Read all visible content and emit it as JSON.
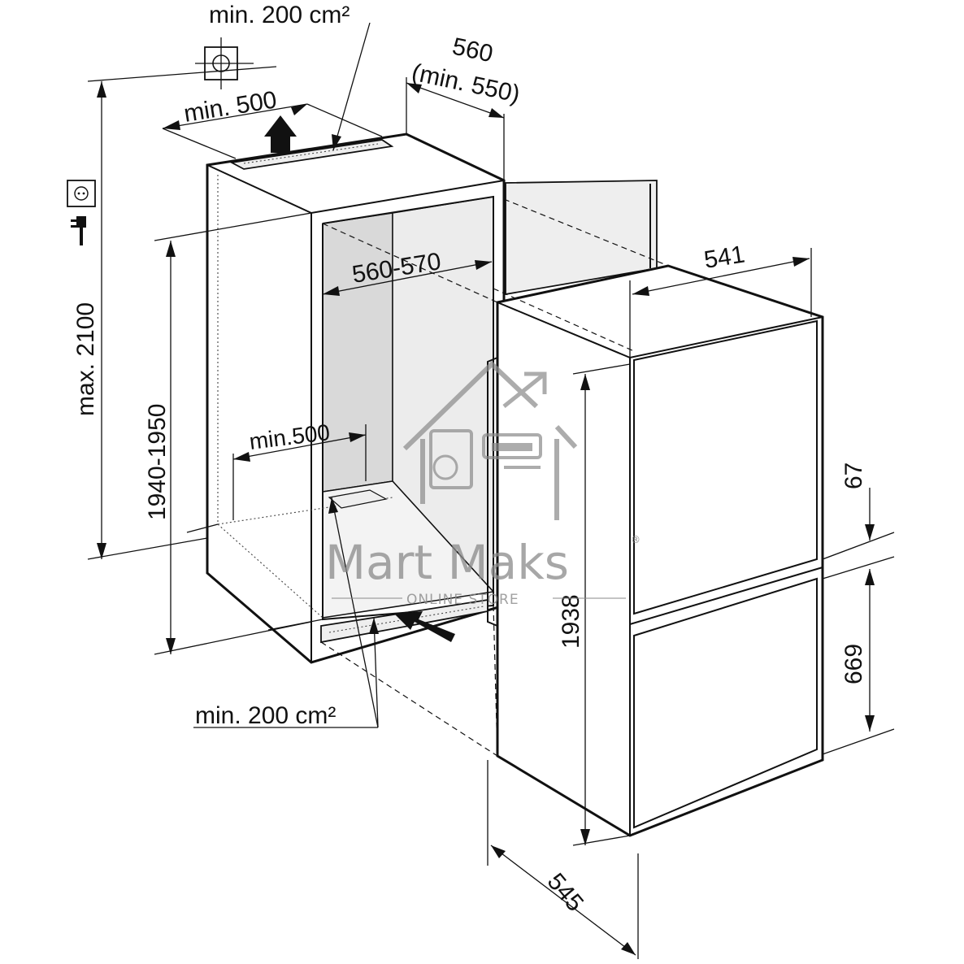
{
  "dimensions": {
    "top_vent": "min. 200 cm²",
    "top_depth_line1": "560",
    "top_depth_line2": "(min. 550)",
    "top_width": "min. 500",
    "max_height": "max. 2100",
    "niche_height": "1940-1950",
    "inner_width": "560-570",
    "floor_depth": "min.500",
    "bottom_vent": "min. 200 cm²",
    "appliance_width": "541",
    "appliance_height": "1938",
    "gap_small": "67",
    "lower_door": "669",
    "appliance_depth": "545"
  },
  "watermark": {
    "brand": "Mart Maks",
    "registered": "®",
    "tagline": "ONLINE STORE"
  },
  "colors": {
    "line": "#111111",
    "wall_fill": "#d9d9d9",
    "inner_fill": "#e9e9e9",
    "watermark": "#8a8a8a"
  }
}
